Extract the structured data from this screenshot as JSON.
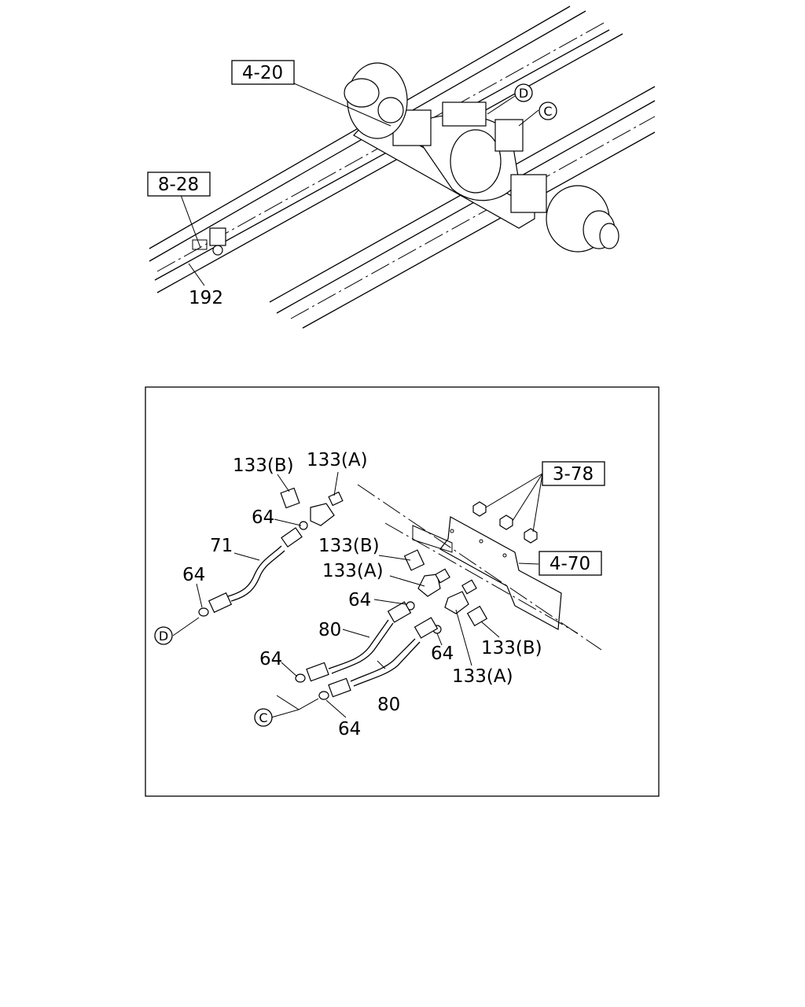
{
  "top": {
    "ref_4_20": "4-20",
    "ref_8_28": "8-28",
    "part_192": "192",
    "marker_D": "D",
    "marker_C": "C"
  },
  "detail": {
    "ref_3_78": "3-78",
    "ref_4_70": "4-70",
    "p133B_1": "133(B)",
    "p133A_1": "133(A)",
    "p64_1": "64",
    "p71": "71",
    "p64_2": "64",
    "marker_D": "D",
    "p133B_2": "133(B)",
    "p133A_2": "133(A)",
    "p64_3": "64",
    "p80_1": "80",
    "p64_4": "64",
    "p133B_3": "133(B)",
    "p133A_3": "133(A)",
    "p64_5": "64",
    "p80_2": "80",
    "marker_C": "C",
    "p64_6": "64"
  }
}
